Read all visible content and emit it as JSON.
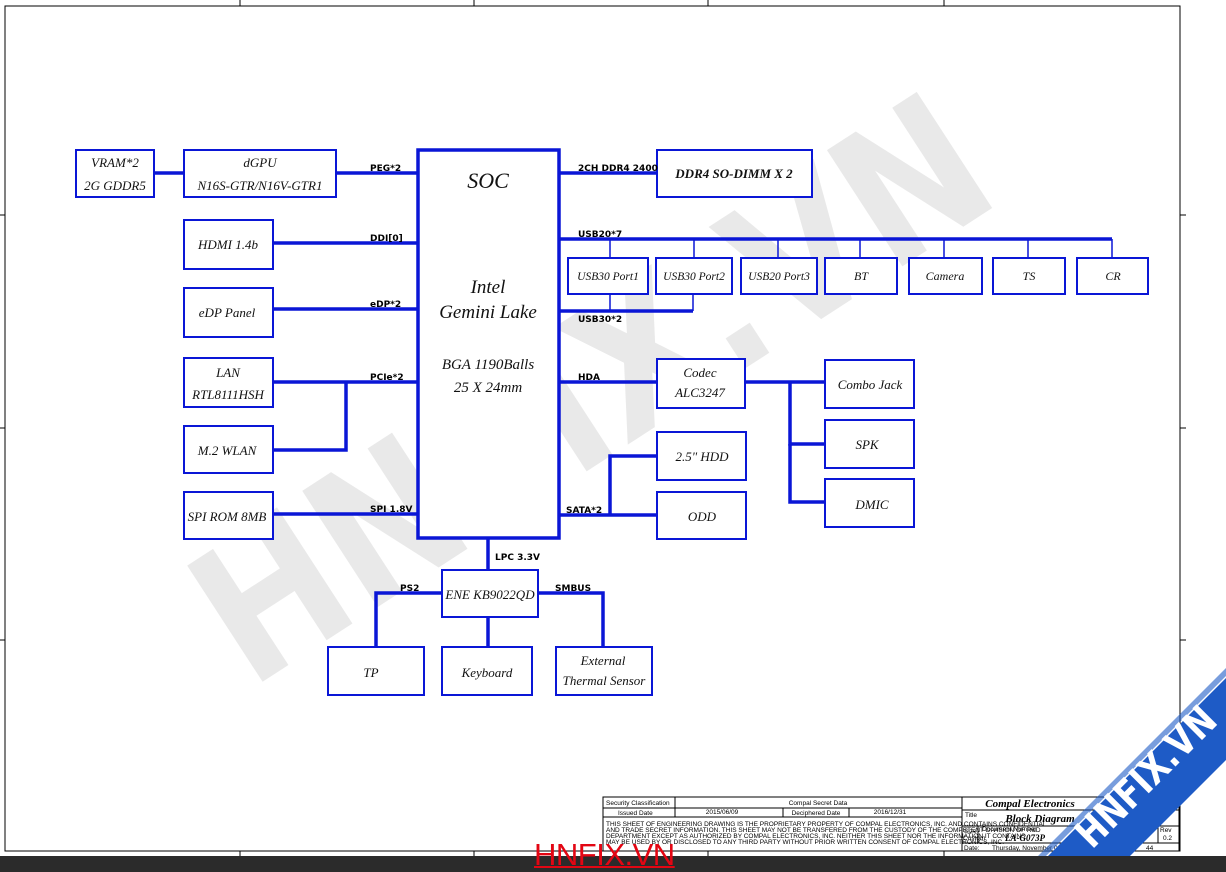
{
  "blocks": {
    "vram": [
      "VRAM*2",
      "2G GDDR5"
    ],
    "dgpu": [
      "dGPU",
      "N16S-GTR/N16V-GTR1"
    ],
    "soc": [
      "SOC",
      "Intel",
      "Gemini Lake",
      "BGA 1190Balls",
      "25 X 24mm"
    ],
    "ddr4": "DDR4 SO-DIMM X 2",
    "hdmi": "HDMI 1.4b",
    "edp": "eDP Panel",
    "lan": [
      "LAN",
      "RTL8111HSH"
    ],
    "wlan": "M.2 WLAN",
    "spirom": "SPI ROM 8MB",
    "usb_ports": [
      "USB30 Port1",
      "USB30 Port2",
      "USB20 Port3",
      "BT",
      "Camera",
      "TS",
      "CR"
    ],
    "codec": [
      "Codec",
      "ALC3247"
    ],
    "combo_jack": "Combo Jack",
    "spk": "SPK",
    "dmic": "DMIC",
    "hdd": "2.5\" HDD",
    "odd": "ODD",
    "ec": "ENE KB9022QD",
    "tp": "TP",
    "keyboard": "Keyboard",
    "thermal": [
      "External",
      "Thermal Sensor"
    ]
  },
  "signals": {
    "peg": "PEG*2",
    "ddr": "2CH DDR4 2400",
    "ddi": "DDI[0]",
    "edp": "eDP*2",
    "usb20": "USB20*7",
    "usb30": "USB30*2",
    "pcie": "PCIe*2",
    "hda": "HDA",
    "spi": "SPI 1.8V",
    "sata": "SATA*2",
    "lpc": "LPC 3.3V",
    "ps2": "PS2",
    "smbus": "SMBUS"
  },
  "title_block": {
    "security_label": "Security Classification",
    "secret": "Compal Secret Data",
    "issued_label": "Issued Date",
    "issued": "2015/06/09",
    "deciphered_label": "Deciphered Date",
    "deciphered": "2016/12/31",
    "notice": [
      "THIS SHEET OF ENGINEERING DRAWING IS THE PROPRIETARY PROPERTY OF COMPAL ELECTRONICS, INC. AND CONTAINS CONFIDENTIAL",
      "AND TRADE SECRET INFORMATION. THIS SHEET MAY NOT BE TRANSFERED FROM THE CUSTODY OF THE COMPETENT DIVISION OF R&D",
      "DEPARTMENT EXCEPT AS AUTHORIZED BY COMPAL ELECTRONICS, INC. NEITHER THIS SHEET NOR THE INFORMATION IT CONTAINS",
      "MAY BE USED BY OR DISCLOSED TO ANY THIRD PARTY WITHOUT PRIOR WRITTEN CONSENT OF COMPAL ELECTRONICS, INC."
    ],
    "company": "Compal Electronics",
    "title_label": "Title",
    "title": "Block Diagram",
    "docnum_label": "Document Number",
    "docnum": "LA-G073P",
    "size_label": "Size",
    "custom": "Custom",
    "rev_label": "Rev",
    "rev": "0.2",
    "date_label": "Date:",
    "date": "Thursday, November 09",
    "of_label": "of",
    "sheets": "44"
  },
  "watermark": "HNFIX.VN",
  "site_mark": "HNFIX.VN",
  "corner_logo": "HNFIX.VN",
  "colors": {
    "wire": "#0a16d6",
    "watermark": "#e6e6e6",
    "site_mark": "#e30613",
    "corner_logo": "#1e5bc6"
  }
}
